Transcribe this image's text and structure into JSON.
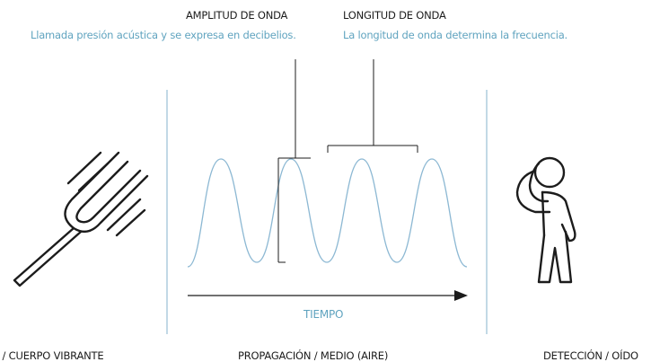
{
  "annotations": {
    "amplitude": {
      "title": "AMPLITUD DE ONDA",
      "description": "Llamada presión acústica y se expresa en decibelios."
    },
    "wavelength": {
      "title": "LONGITUD DE ONDA",
      "description": "La longitud de onda determina la frecuencia."
    }
  },
  "axis": {
    "label": "TIEMPO"
  },
  "sections": {
    "source": "E / CUERPO VIBRANTE",
    "propagation": "PROPAGACIÓN / MEDIO (AIRE)",
    "detection": "DETECCIÓN / OÍDO"
  },
  "colors": {
    "wave": "#8cb8d3",
    "divider": "#a9c9db",
    "accent_text": "#5fa3bf",
    "ink": "#1c1c1c"
  },
  "icons": {
    "source": "tuning-fork-icon",
    "detection": "person-listening-icon"
  }
}
